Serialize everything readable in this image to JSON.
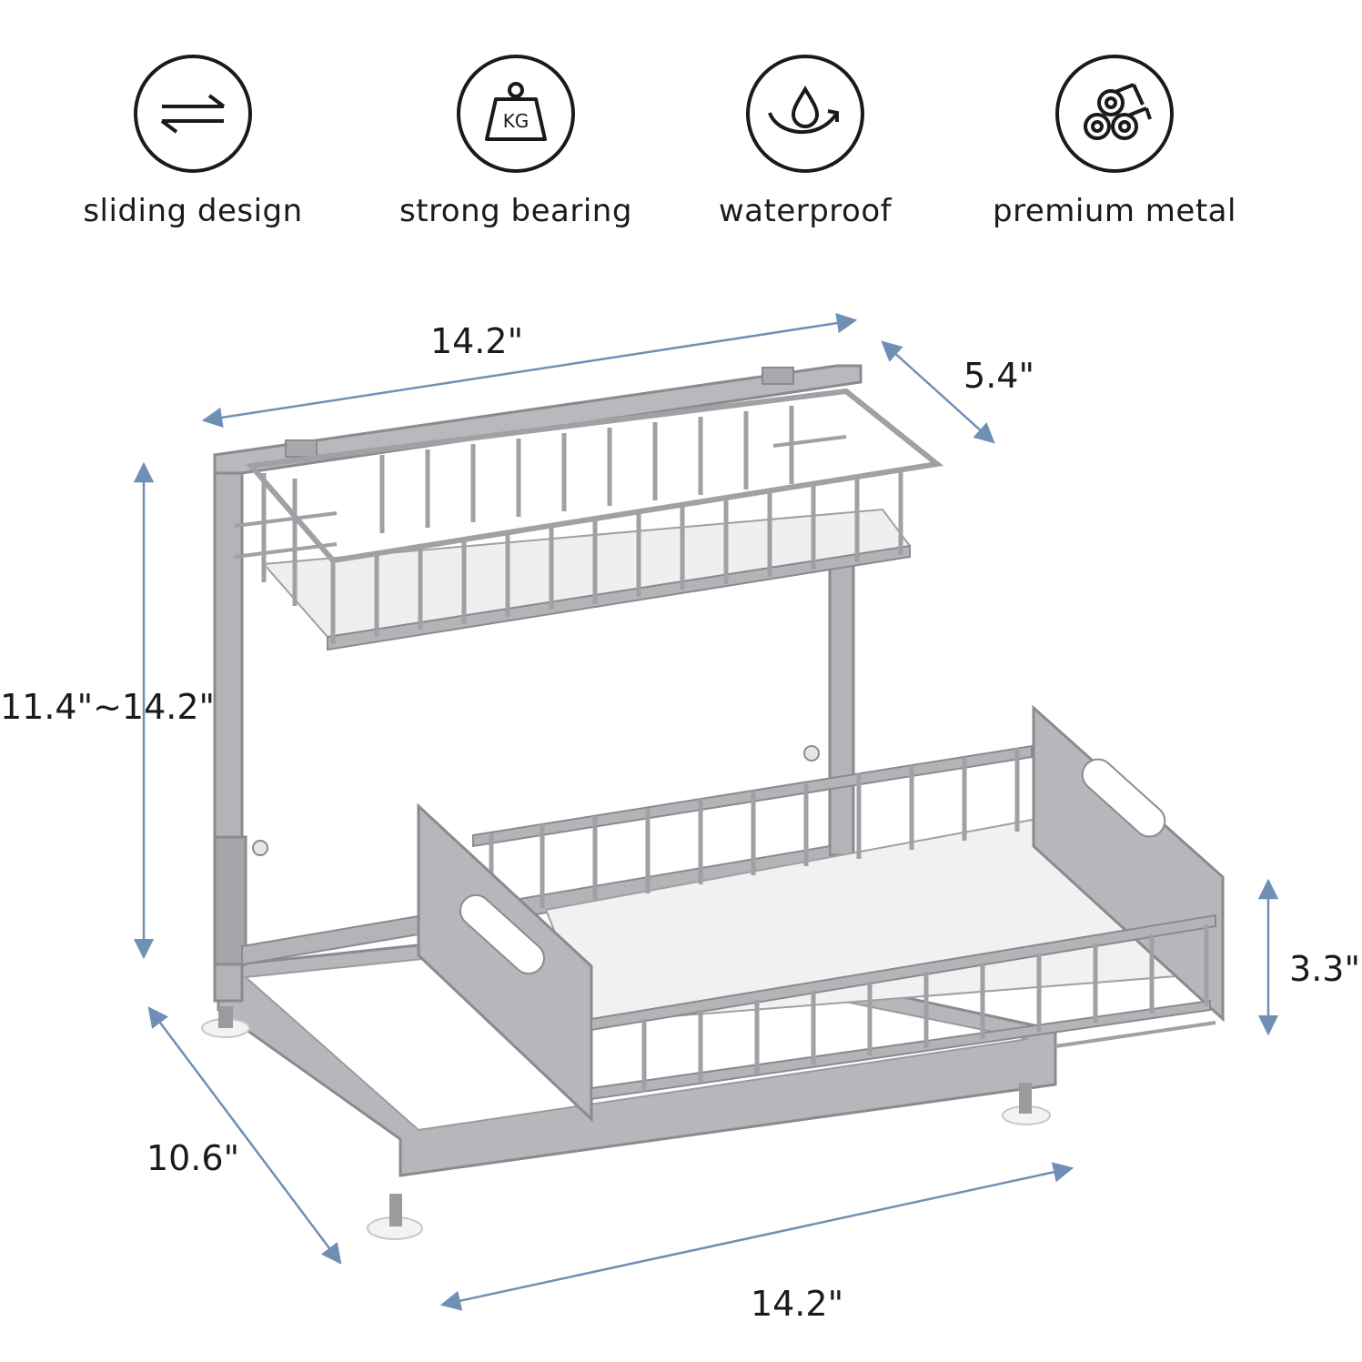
{
  "features": [
    {
      "icon": "sliding-arrows-icon",
      "label": "sliding design"
    },
    {
      "icon": "weight-kg-icon",
      "label": "strong bearing",
      "icon_text": "KG"
    },
    {
      "icon": "water-drop-icon",
      "label": "waterproof"
    },
    {
      "icon": "metal-rolls-icon",
      "label": "premium metal"
    }
  ],
  "dimensions": {
    "top_width": "14.2\"",
    "top_depth": "5.4\"",
    "height": "11.4\"~14.2\"",
    "drawer_height": "3.3\"",
    "base_depth": "10.6\"",
    "base_width": "14.2\""
  },
  "colors": {
    "dimension_line": "#6f8fb5",
    "metal": "#a9a9ad",
    "metal_dark": "#8a8a8f",
    "shelf": "#ececec"
  }
}
